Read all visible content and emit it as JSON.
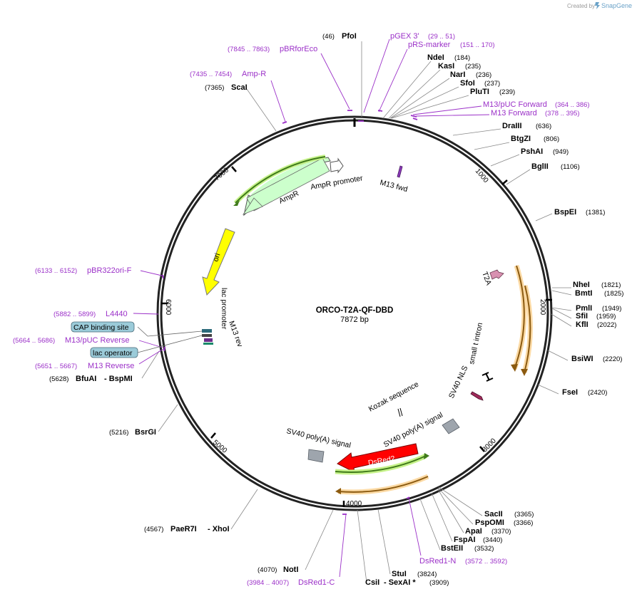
{
  "credit": {
    "created_by": "Created by",
    "brand": "SnapGene"
  },
  "plasmid": {
    "name": "ORCO-T2A-QF-DBD",
    "length": "7872 bp"
  },
  "ticks": [
    "1000",
    "2000",
    "3000",
    "4000",
    "5000",
    "6000",
    "7000"
  ],
  "enzymes": [
    {
      "name": "PfoI",
      "pos": "(46)"
    },
    {
      "name": "NdeI",
      "pos": "(184)"
    },
    {
      "name": "KasI",
      "pos": "(235)"
    },
    {
      "name": "NarI",
      "pos": "(236)"
    },
    {
      "name": "SfoI",
      "pos": "(237)"
    },
    {
      "name": "PluTI",
      "pos": "(239)"
    },
    {
      "name": "DraIII",
      "pos": "(636)"
    },
    {
      "name": "BtgZI",
      "pos": "(806)"
    },
    {
      "name": "PshAI",
      "pos": "(949)"
    },
    {
      "name": "BglII",
      "pos": "(1106)"
    },
    {
      "name": "BspEI",
      "pos": "(1381)"
    },
    {
      "name": "NheI",
      "pos": "(1821)"
    },
    {
      "name": "BmtI",
      "pos": "(1825)"
    },
    {
      "name": "PmlI",
      "pos": "(1949)"
    },
    {
      "name": "SfiI",
      "pos": "(1959)"
    },
    {
      "name": "KflI",
      "pos": "(2022)"
    },
    {
      "name": "BsiWI",
      "pos": "(2220)"
    },
    {
      "name": "FseI",
      "pos": "(2420)"
    },
    {
      "name": "SacII",
      "pos": "(3365)"
    },
    {
      "name": "PspOMI",
      "pos": "(3366)"
    },
    {
      "name": "ApaI",
      "pos": "(3370)"
    },
    {
      "name": "FspAI",
      "pos": "(3440)"
    },
    {
      "name": "BstEII",
      "pos": "(3532)"
    },
    {
      "name": "StuI",
      "pos": "(3824)"
    },
    {
      "name": "CsiI",
      "pos": ""
    },
    {
      "name": "- SexAI *",
      "pos": "(3909)"
    },
    {
      "name": "NotI",
      "pos": "(4070)"
    },
    {
      "name": "PaeR7I",
      "pos": "(4567)"
    },
    {
      "name": "- XhoI",
      "pos": ""
    },
    {
      "name": "BsrGI",
      "pos": "(5216)"
    },
    {
      "name": "BfuAI",
      "pos": "(5628)"
    },
    {
      "name": "- BspMI",
      "pos": ""
    },
    {
      "name": "ScaI",
      "pos": "(7365)"
    }
  ],
  "primers": [
    {
      "name": "pGEX 3'",
      "pos": "(29 .. 51)"
    },
    {
      "name": "pRS-marker",
      "pos": "(151 .. 170)"
    },
    {
      "name": "M13/pUC Forward",
      "pos": "(364 .. 386)"
    },
    {
      "name": "M13 Forward",
      "pos": "(378 .. 395)"
    },
    {
      "name": "DsRed1-N",
      "pos": "(3572 .. 3592)"
    },
    {
      "name": "DsRed1-C",
      "pos": "(3984 .. 4007)"
    },
    {
      "name": "M13 Reverse",
      "pos": "(5651 .. 5667)"
    },
    {
      "name": "M13/pUC Reverse",
      "pos": "(5664 .. 5686)"
    },
    {
      "name": "L4440",
      "pos": "(5882 .. 5899)"
    },
    {
      "name": "pBR322ori-F",
      "pos": "(6133 .. 6152)"
    },
    {
      "name": "Amp-R",
      "pos": "(7435 .. 7454)"
    },
    {
      "name": "pBRforEco",
      "pos": "(7845 .. 7863)"
    }
  ],
  "boxed_features": {
    "cap": "CAP binding site",
    "lac": "lac operator"
  },
  "features": {
    "ampr": "AmpR",
    "ampr_promoter": "AmpR promoter",
    "m13_fwd": "M13 fwd",
    "ori": "ori",
    "lac_promoter": "lac promoter",
    "m13_rev": "M13 rev",
    "t2a": "T2A",
    "small_t_intron": "small t intron",
    "sv40_nls": "SV40 NLS",
    "kozak": "Kozak sequence",
    "sv40_polya_1": "SV40 poly(A) signal",
    "sv40_polya_2": "SV40 poly(A) signal",
    "dsred2": "DsRed2"
  },
  "colors": {
    "primer": "#9b30c8",
    "ampr_fill": "#ccffcc",
    "ori_fill": "#ffff00",
    "dsred_fill": "#ff0000",
    "orf_green": "#5aa02c",
    "orf_orange": "#f7b75a",
    "box_fill": "#9bcbd9",
    "feature_grey": "#9ea5ad"
  }
}
